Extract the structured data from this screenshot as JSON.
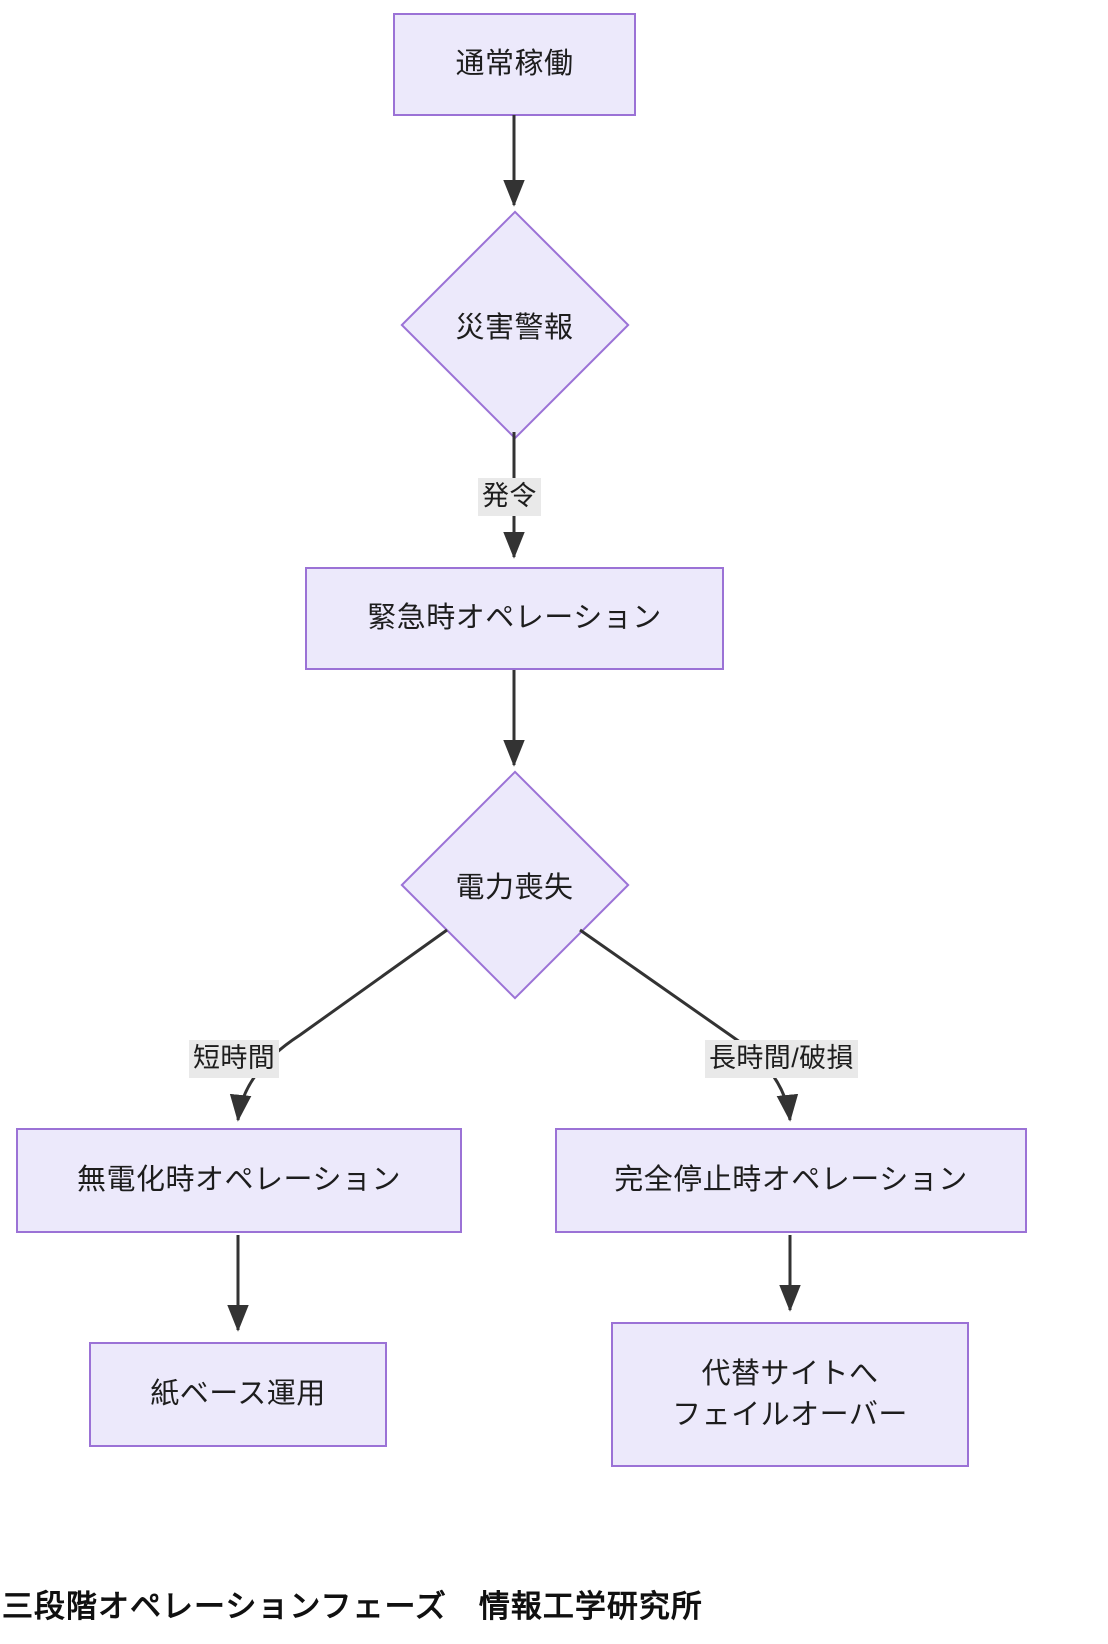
{
  "diagram": {
    "type": "flowchart",
    "direction": "top-down",
    "caption": "三段階オペレーションフェーズ　情報工学研究所",
    "colors": {
      "node_fill": "#ECE9FB",
      "node_border": "#9B72D6",
      "edge_stroke": "#333333",
      "edge_label_bg": "#E9E9E9",
      "text": "#1d1d1d"
    },
    "nodes": [
      {
        "id": "normal",
        "shape": "rect",
        "label": "通常稼働"
      },
      {
        "id": "alert",
        "shape": "diamond",
        "label": "災害警報"
      },
      {
        "id": "emergency",
        "shape": "rect",
        "label": "緊急時オペレーション"
      },
      {
        "id": "power_loss",
        "shape": "diamond",
        "label": "電力喪失"
      },
      {
        "id": "no_power_op",
        "shape": "rect",
        "label": "無電化時オペレーション"
      },
      {
        "id": "full_stop",
        "shape": "rect",
        "label": "完全停止時オペレーション"
      },
      {
        "id": "paper",
        "shape": "rect",
        "label": "紙ベース運用"
      },
      {
        "id": "failover",
        "shape": "rect",
        "label_line1": "代替サイトへ",
        "label_line2": "フェイルオーバー"
      }
    ],
    "edges": [
      {
        "from": "normal",
        "to": "alert",
        "label": ""
      },
      {
        "from": "alert",
        "to": "emergency",
        "label": "発令"
      },
      {
        "from": "emergency",
        "to": "power_loss",
        "label": ""
      },
      {
        "from": "power_loss",
        "to": "no_power_op",
        "label": "短時間"
      },
      {
        "from": "power_loss",
        "to": "full_stop",
        "label": "長時間/破損"
      },
      {
        "from": "no_power_op",
        "to": "paper",
        "label": ""
      },
      {
        "from": "full_stop",
        "to": "failover",
        "label": ""
      }
    ]
  }
}
